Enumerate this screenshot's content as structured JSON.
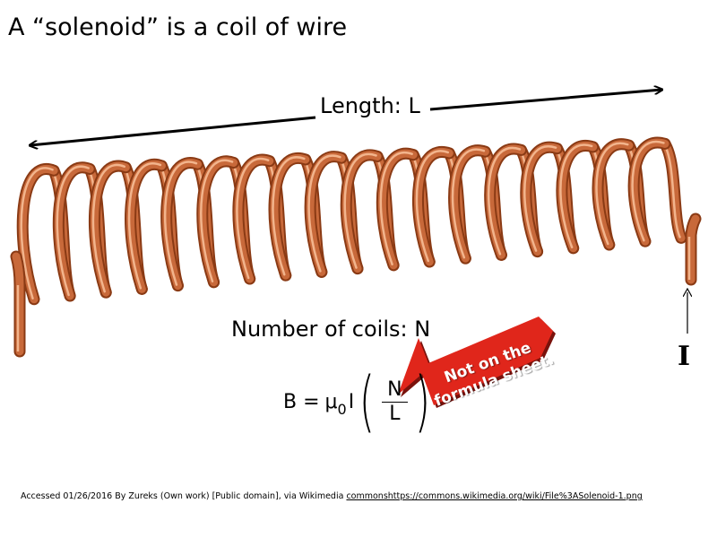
{
  "slide": {
    "title": "A “solenoid” is a coil of wire",
    "length_label": "Length: L",
    "coils_label": "Number of coils: N",
    "current_label": "I",
    "formula": {
      "lhs": "B =",
      "mu": "μ",
      "mu_sub": "0",
      "current": "I",
      "numerator": "N",
      "denominator": "L"
    },
    "callout_text": "Not on the formula sheet.",
    "attribution": {
      "text": "Accessed 01/26/2016 By Zureks (Own work) [Public domain], via Wikimedia ",
      "link_text": "commonshttps://commons.wikimedia.org/wiki/File%3ASolenoid-1.png"
    }
  },
  "colors": {
    "copper_dark": "#8a3a14",
    "copper_mid": "#c8693a",
    "copper_light": "#f2b48c",
    "callout_red": "#e0261b",
    "callout_edge": "#7a120c"
  },
  "coil": {
    "turns": 18
  }
}
